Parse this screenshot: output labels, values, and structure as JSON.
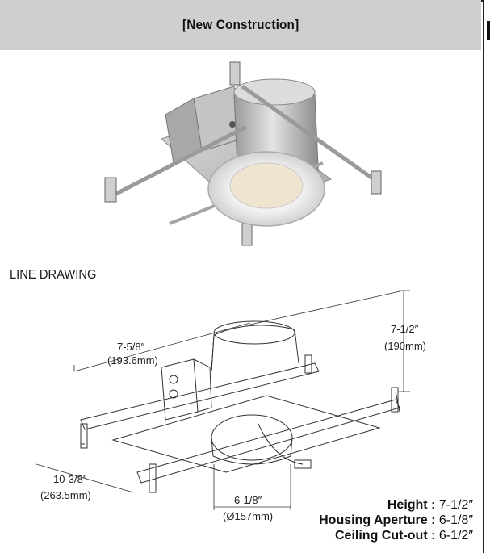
{
  "header": {
    "title": "[New Construction]"
  },
  "drawing": {
    "label": "LINE DRAWING",
    "dimensions": {
      "width_in": "7-5/8″",
      "width_mm": "(193.6mm)",
      "height_in": "7-1/2″",
      "height_mm": "(190mm)",
      "length_in": "10-3/8″",
      "length_mm": "(263.5mm)",
      "aperture_in": "6-1/8″",
      "aperture_mm": "(Ø157mm)"
    }
  },
  "specs": [
    {
      "key": "Height",
      "value": "7-1/2″"
    },
    {
      "key": "Housing Aperture",
      "value": "6-1/8″"
    },
    {
      "key": "Ceiling Cut-out",
      "value": "6-1/2″"
    }
  ]
}
